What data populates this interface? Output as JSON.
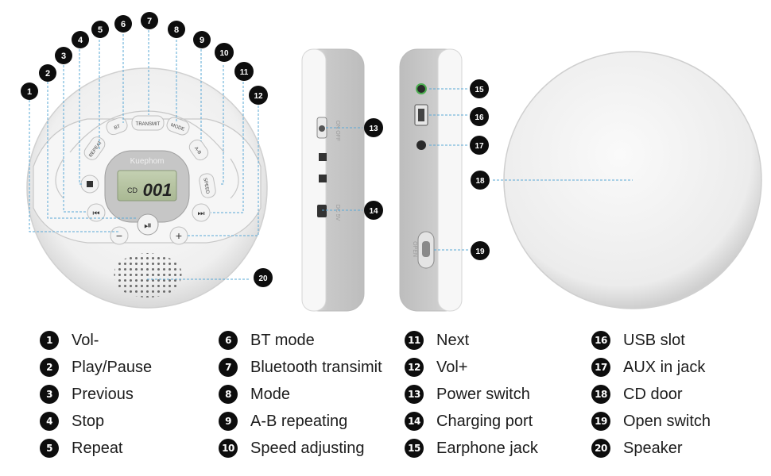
{
  "device": {
    "brand": "Kuephom",
    "display_number": "001",
    "display_small": "CD",
    "buttons": {
      "transmit": "TRANSMIT",
      "bt": "BT",
      "mode": "MODE",
      "repeat": "REPEAT",
      "ab": "A-B",
      "speed": "SPEED"
    },
    "side_labels": {
      "power": "ON OFF",
      "dc": "DC 5V",
      "open": "OPEN"
    }
  },
  "legend": [
    {
      "num": "1",
      "label": "Vol-"
    },
    {
      "num": "2",
      "label": "Play/Pause"
    },
    {
      "num": "3",
      "label": "Previous"
    },
    {
      "num": "4",
      "label": "Stop"
    },
    {
      "num": "5",
      "label": "Repeat"
    },
    {
      "num": "6",
      "label": "BT mode"
    },
    {
      "num": "7",
      "label": "Bluetooth transimit"
    },
    {
      "num": "8",
      "label": "Mode"
    },
    {
      "num": "9",
      "label": "A-B repeating"
    },
    {
      "num": "10",
      "label": "Speed adjusting"
    },
    {
      "num": "11",
      "label": "Next"
    },
    {
      "num": "12",
      "label": "Vol+"
    },
    {
      "num": "13",
      "label": "Power switch"
    },
    {
      "num": "14",
      "label": "Charging port"
    },
    {
      "num": "15",
      "label": "Earphone jack"
    },
    {
      "num": "16",
      "label": "USB slot"
    },
    {
      "num": "17",
      "label": "AUX in jack"
    },
    {
      "num": "18",
      "label": "CD door"
    },
    {
      "num": "19",
      "label": "Open switch"
    },
    {
      "num": "20",
      "label": "Speaker"
    }
  ],
  "colors": {
    "callout_bg": "#0d0d0d",
    "leader_line": "#5aa8d6",
    "body_white": "#f4f4f4",
    "lcd_green": "#b9c7a4"
  }
}
